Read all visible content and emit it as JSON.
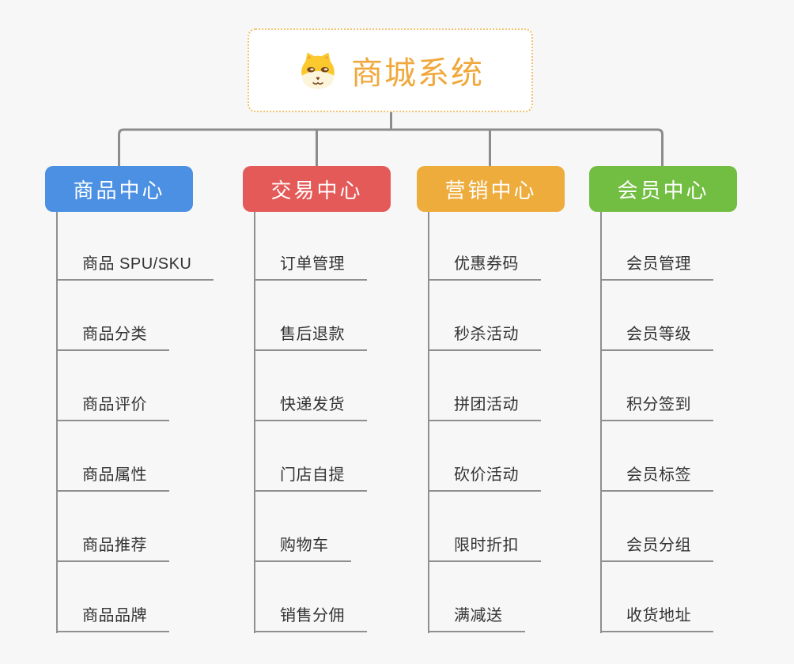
{
  "root": {
    "title": "商城系统",
    "icon": "dog-face-icon"
  },
  "colors": {
    "background": "#f7f7f7",
    "connector": "#8c8c8c",
    "leaf_underline": "#8f8f8f",
    "leaf_text": "#333333",
    "root_text": "#f0a83c",
    "root_border": "#f1c06c"
  },
  "branches": [
    {
      "label": "商品中心",
      "color": "#4b90e2",
      "children": [
        "商品 SPU/SKU",
        "商品分类",
        "商品评价",
        "商品属性",
        "商品推荐",
        "商品品牌"
      ]
    },
    {
      "label": "交易中心",
      "color": "#e45a58",
      "children": [
        "订单管理",
        "售后退款",
        "快递发货",
        "门店自提",
        "购物车",
        "销售分佣"
      ]
    },
    {
      "label": "营销中心",
      "color": "#edac3c",
      "children": [
        "优惠券码",
        "秒杀活动",
        "拼团活动",
        "砍价活动",
        "限时折扣",
        "满减送"
      ]
    },
    {
      "label": "会员中心",
      "color": "#72be43",
      "children": [
        "会员管理",
        "会员等级",
        "积分签到",
        "会员标签",
        "会员分组",
        "收货地址"
      ]
    }
  ]
}
